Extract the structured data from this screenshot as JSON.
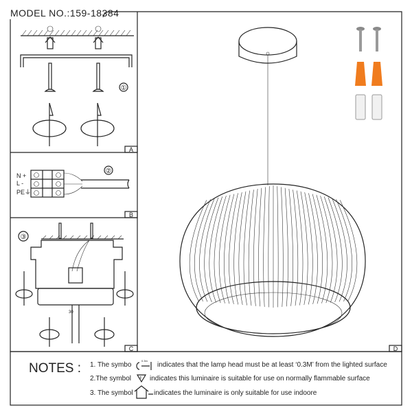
{
  "header": {
    "model": "MODEL NO.:159-18384"
  },
  "panels": {
    "a": {
      "label": "A",
      "step": "①"
    },
    "b": {
      "label": "B",
      "step": "②",
      "terminals": [
        "N +",
        "L -",
        "PE⏚"
      ]
    },
    "c": {
      "label": "C",
      "step": "③",
      "note": "30"
    },
    "d": {
      "label": "D"
    }
  },
  "colors": {
    "line": "#222222",
    "anchor": "#f07c1e",
    "screw": "#8a8a8a"
  },
  "notes": {
    "title": "NOTES :",
    "items": [
      {
        "prefix": "1. The symbo",
        "symbol_label": "0.3m",
        "text": "indicates that the lamp head must be at least ‘0.3M’ from the lighted surface"
      },
      {
        "prefix": "2.The symbol",
        "symbol_label": "F",
        "text": "indicates this luminaire is suitable for use on normally flammable surface"
      },
      {
        "prefix": "3. The symbol",
        "text": "indicates the luminaire is only suitable for use indoore"
      }
    ]
  }
}
